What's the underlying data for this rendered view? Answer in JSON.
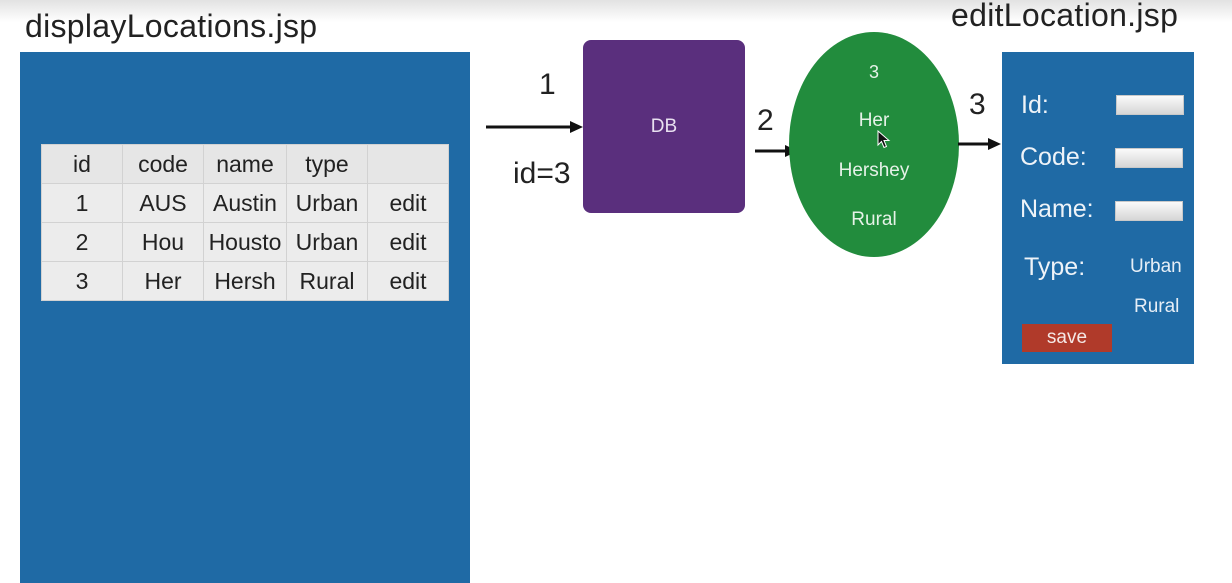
{
  "pages": {
    "display_title": "displayLocations.jsp",
    "edit_title": "editLocation.jsp"
  },
  "table": {
    "headers": [
      "id",
      "code",
      "name",
      "type",
      ""
    ],
    "rows": [
      [
        "1",
        "AUS",
        "Austin",
        "Urban",
        "edit"
      ],
      [
        "2",
        "Hou",
        "Housto",
        "Urban",
        "edit"
      ],
      [
        "3",
        "Her",
        "Hersh",
        "Rural",
        "edit"
      ]
    ]
  },
  "flow": {
    "step1": "1",
    "request_param": "id=3",
    "db_label": "DB",
    "step2": "2",
    "step3": "3"
  },
  "record": {
    "id": "3",
    "code": "Her",
    "name": "Hershey",
    "type": "Rural"
  },
  "edit_form": {
    "id_label": "Id:",
    "code_label": "Code:",
    "name_label": "Name:",
    "type_label": "Type:",
    "type_options": [
      "Urban",
      "Rural"
    ],
    "save_label": "save"
  },
  "colors": {
    "panel_blue": "#1f6aa5",
    "db_purple": "#5a2f7d",
    "record_green": "#228c3d",
    "save_red": "#b03a2a"
  }
}
